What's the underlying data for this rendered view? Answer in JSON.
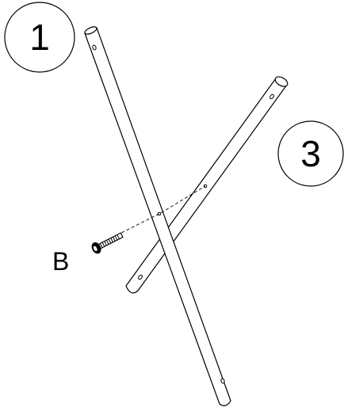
{
  "callouts": {
    "part_1": {
      "label": "1"
    },
    "part_3": {
      "label": "3"
    }
  },
  "hardware": {
    "bolt_label": "B"
  },
  "colors": {
    "line": "#000000",
    "fill": "#ffffff"
  },
  "icons": {
    "tube_1": "tube-icon",
    "tube_3": "tube-icon",
    "bolt": "bolt-icon"
  }
}
